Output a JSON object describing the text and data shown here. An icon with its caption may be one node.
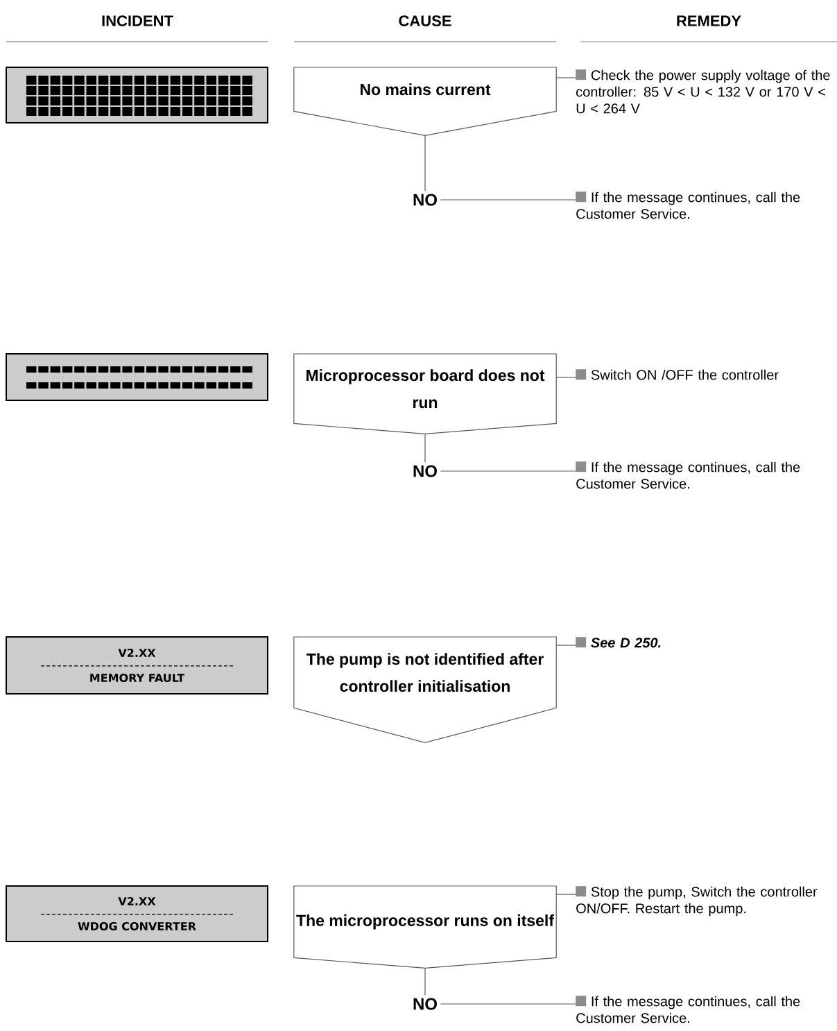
{
  "diagram": {
    "nodes": [
      {
        "text": [],
        "shape": "box"
      },
      {
        "text": [
          "No mains current"
        ]
      },
      {
        "text": [
          "Check the power supply voltage of the controller: 85 V < U < 132 V or 170 V < U < 264 V"
        ]
      },
      {
        "text": [
          "NO"
        ]
      },
      {
        "text": [
          "If the message continues, call the Customer Service."
        ]
      },
      {
        "text": [],
        "shape": "box"
      },
      {
        "text": [
          "Microprocessor board does not run"
        ]
      },
      {
        "text": [
          "Switch ON /OFF the controller"
        ]
      },
      {
        "text": [
          "NO"
        ]
      },
      {
        "text": [
          "If the message continues, call the Customer Service."
        ]
      },
      {
        "text": [
          "V2.XX",
          "MEMORY FAULT"
        ]
      },
      {
        "text": [
          "The pump is not identified after controller initialisation"
        ]
      },
      {
        "text": [
          "See D 250."
        ]
      },
      {
        "text": [
          "V2.XX",
          "WDOG CONVERTER"
        ]
      },
      {
        "text": [
          "The microprocessor runs on itself"
        ]
      },
      {
        "text": [
          "Stop the pump, Switch the controller ON/OFF. Restart the pump."
        ]
      },
      {
        "text": [
          "NO"
        ]
      },
      {
        "text": [
          "If the message continues, call the Customer Service."
        ]
      }
    ],
    "edges": [
      {
        "from": 1,
        "to": 2,
        "arrow": "none"
      },
      {
        "from": 1,
        "to": 3,
        "arrow": "none"
      },
      {
        "from": 3,
        "to": 4,
        "arrow": "none"
      },
      {
        "from": 6,
        "to": 7,
        "arrow": "none"
      },
      {
        "from": 6,
        "to": 8,
        "arrow": "none"
      },
      {
        "from": 8,
        "to": 9,
        "arrow": "none"
      },
      {
        "from": 11,
        "to": 12,
        "arrow": "none"
      },
      {
        "from": 14,
        "to": 15,
        "arrow": "none"
      },
      {
        "from": 14,
        "to": 16,
        "arrow": "none"
      },
      {
        "from": 16,
        "to": 17,
        "arrow": "none"
      }
    ],
    "labels": [
      "INCIDENT",
      "CAUSE",
      "REMEDY"
    ]
  }
}
